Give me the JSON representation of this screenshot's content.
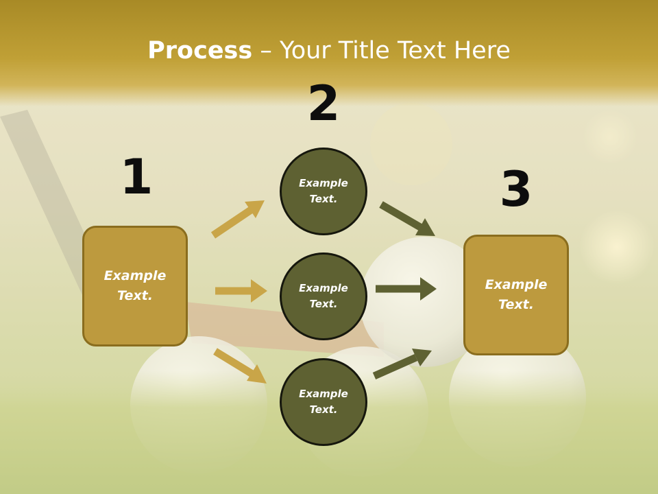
{
  "title": {
    "bold": "Process",
    "rest": " – Your Title Text Here"
  },
  "steps": {
    "one": "1",
    "two": "2",
    "three": "3"
  },
  "boxes": {
    "left": "Example Text.",
    "right": "Example Text."
  },
  "circles": {
    "top": "Example Text.",
    "middle": "Example Text.",
    "bottom": "Example Text."
  },
  "colors": {
    "title_band": "#b8982f",
    "box_fill": "#bd9a3e",
    "circle_fill": "#5e6132",
    "arrow_gold": "#c9a548",
    "arrow_olive": "#5e6132"
  }
}
